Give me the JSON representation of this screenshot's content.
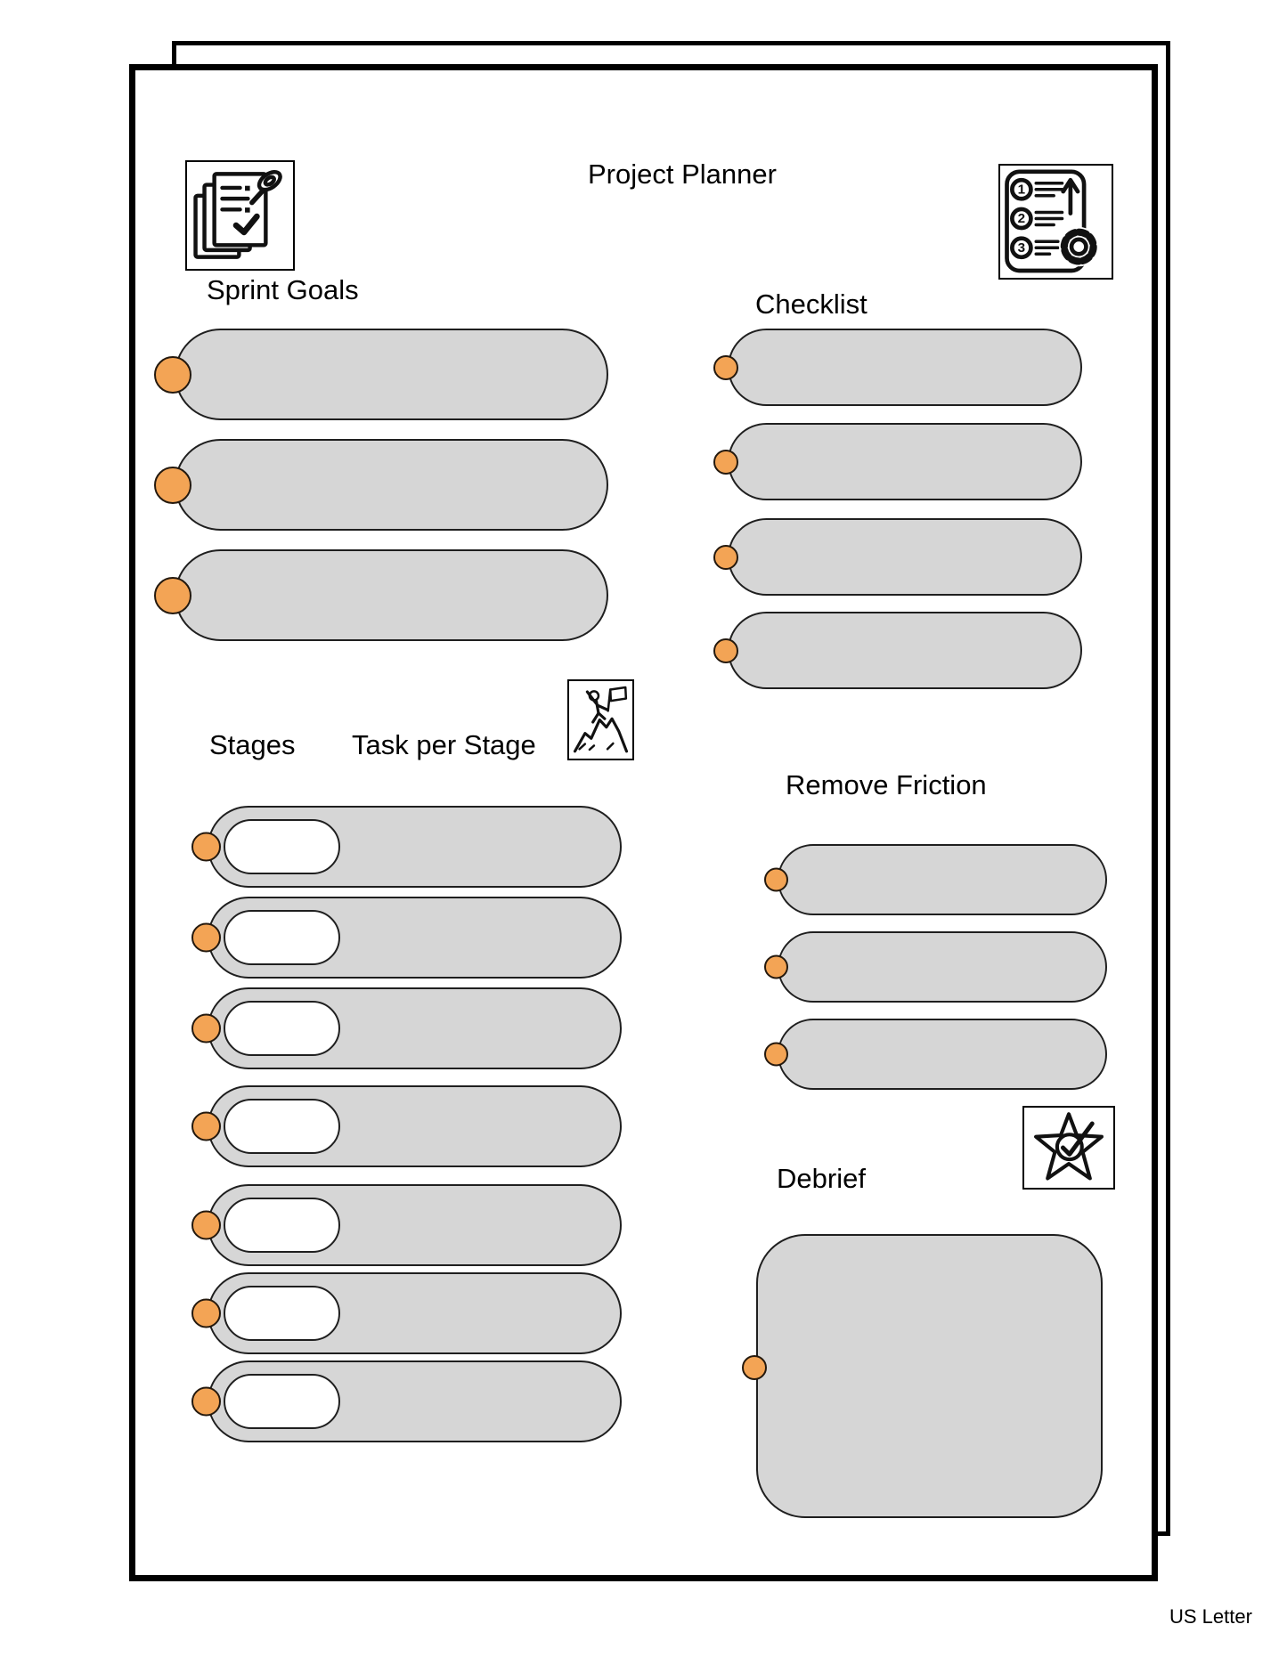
{
  "page": {
    "title": "Project Planner",
    "size_label": "US Letter"
  },
  "sections": {
    "sprint_goals": {
      "label": "Sprint Goals",
      "rows": 3
    },
    "checklist": {
      "label": "Checklist",
      "rows": 4
    },
    "stages": {
      "label": "Stages",
      "tasks_label": "Task per Stage",
      "rows": 7
    },
    "remove_friction": {
      "label": "Remove Friction",
      "rows": 3
    },
    "debrief": {
      "label": "Debrief"
    }
  },
  "icons": {
    "top_left": "pinned-notes-icon",
    "top_right": "numbered-steps-gear-icon",
    "middle": "mountain-summit-flag-icon",
    "bottom_right": "star-check-icon"
  },
  "colors": {
    "background": "#ffffff",
    "page_border": "#000000",
    "text": "#000000",
    "field_fill": "#d6d6d6",
    "field_border": "#1f1f1f",
    "dot_fill": "#f3a455",
    "dot_border": "#24190e"
  }
}
